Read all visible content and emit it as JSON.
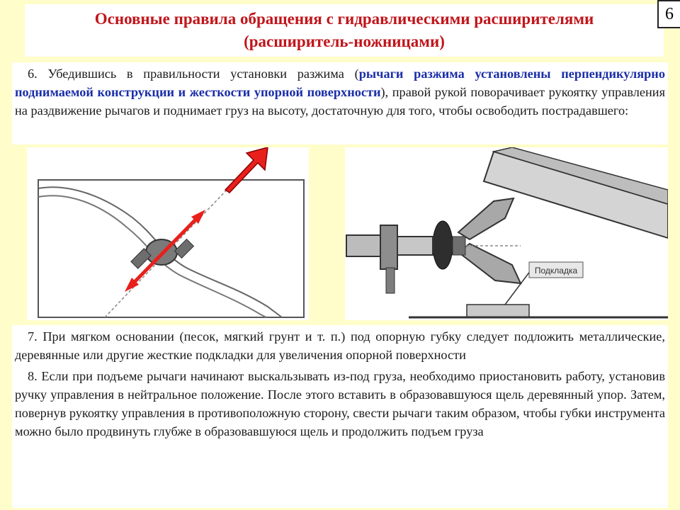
{
  "slide": {
    "title_line1": "Основные правила обращения с гидравлическими расширителями",
    "title_line2": "(расширитель-ножницами)",
    "page_number": "6"
  },
  "step6": {
    "intro": "6. Убедившись в правильности установки разжима (",
    "highlight": "рычаги разжима установлены перпендикулярно поднимаемой конструкции и жесткости упорной поверхности",
    "rest": "), правой рукой поворачивает рукоятку управления на раздвижение рычагов и поднимает груз на высоту, достаточную для того, чтобы освободить пострадавшего:"
  },
  "figure_right": {
    "label": "Подкладка"
  },
  "step7": {
    "text": "7. При мягком основании (песок, мягкий грунт и т. п.) под опорную губку следует подложить металлические, деревянные или другие жесткие подкладки для увеличения опорной поверхности"
  },
  "step8": {
    "text": "8. Если при подъеме рычаги начинают выскальзывать из-под груза, необходимо приостановить работу, установив ручку управления в нейтральное положение. После этого вставить в образовавшуюся щель деревянный упор. Затем, повернув рукоятку управления в противоположную сторону, свести рычаги таким образом, чтобы губки инструмента можно было продвинуть глубже в образовавшуюся щель и продолжить подъем груза"
  },
  "colors": {
    "background": "#fffdc9",
    "title": "#c0151b",
    "highlight": "#1a2ea8",
    "arrow": "#e8201c"
  }
}
